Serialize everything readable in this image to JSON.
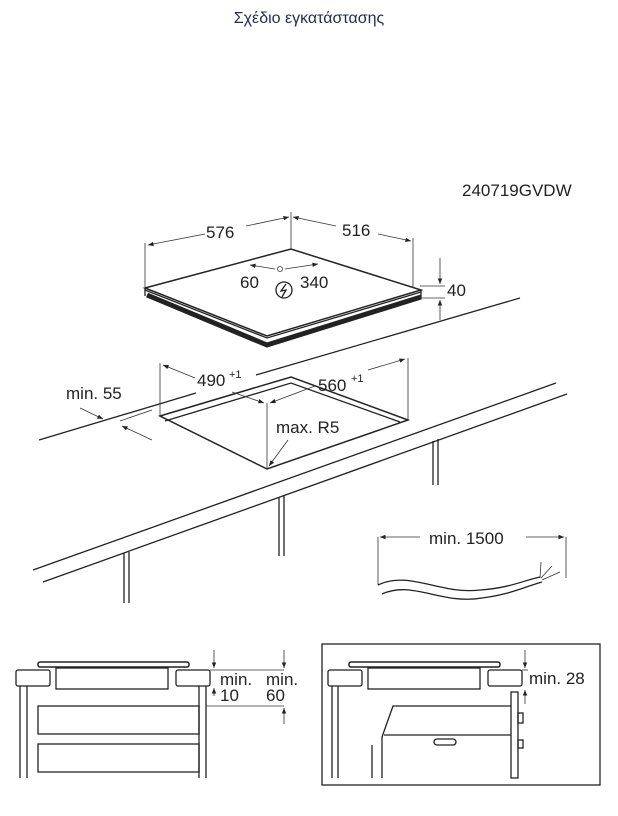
{
  "title": "Σχέδιο εγκατάστασης",
  "model_code": "240719GVDW",
  "hob_dimensions": {
    "width": "576",
    "depth": "516",
    "offset_left": "60",
    "offset_right": "340",
    "height": "40"
  },
  "cutout": {
    "width": "490",
    "width_tol": "+1",
    "depth": "560",
    "depth_tol": "+1",
    "min_edge": "min. 55",
    "radius": "max. R5"
  },
  "cable": {
    "length": "min. 1500"
  },
  "section_drawer": {
    "label1": "min.",
    "value1": "10",
    "label2": "min.",
    "value2": "60"
  },
  "section_oven": {
    "label": "min. 28"
  },
  "icons": {
    "power": "lightning-circle-icon"
  }
}
